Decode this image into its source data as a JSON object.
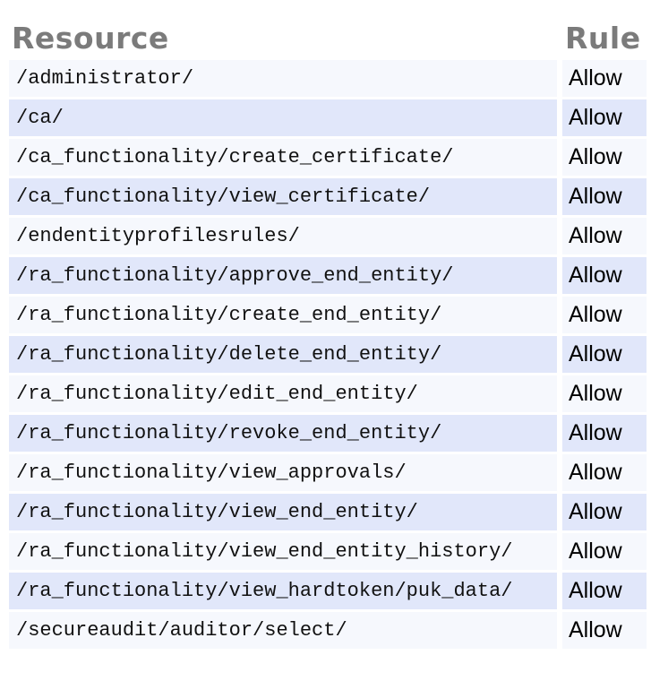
{
  "colors": {
    "page_bg": "#ffffff",
    "header_text": "#7b7b7b",
    "row_light": "#f6f8fd",
    "row_dark": "#e1e7fa",
    "resource_text": "#111111",
    "rule_text": "#000000"
  },
  "table": {
    "columns": [
      "Resource",
      "Rule"
    ],
    "rows": [
      {
        "resource": "/administrator/",
        "rule": "Allow"
      },
      {
        "resource": "/ca/",
        "rule": "Allow"
      },
      {
        "resource": "/ca_functionality/create_certificate/",
        "rule": "Allow"
      },
      {
        "resource": "/ca_functionality/view_certificate/",
        "rule": "Allow"
      },
      {
        "resource": "/endentityprofilesrules/",
        "rule": "Allow"
      },
      {
        "resource": "/ra_functionality/approve_end_entity/",
        "rule": "Allow"
      },
      {
        "resource": "/ra_functionality/create_end_entity/",
        "rule": "Allow"
      },
      {
        "resource": "/ra_functionality/delete_end_entity/",
        "rule": "Allow"
      },
      {
        "resource": "/ra_functionality/edit_end_entity/",
        "rule": "Allow"
      },
      {
        "resource": "/ra_functionality/revoke_end_entity/",
        "rule": "Allow"
      },
      {
        "resource": "/ra_functionality/view_approvals/",
        "rule": "Allow"
      },
      {
        "resource": "/ra_functionality/view_end_entity/",
        "rule": "Allow"
      },
      {
        "resource": "/ra_functionality/view_end_entity_history/",
        "rule": "Allow"
      },
      {
        "resource": "/ra_functionality/view_hardtoken/puk_data/",
        "rule": "Allow"
      },
      {
        "resource": "/secureaudit/auditor/select/",
        "rule": "Allow"
      }
    ]
  }
}
